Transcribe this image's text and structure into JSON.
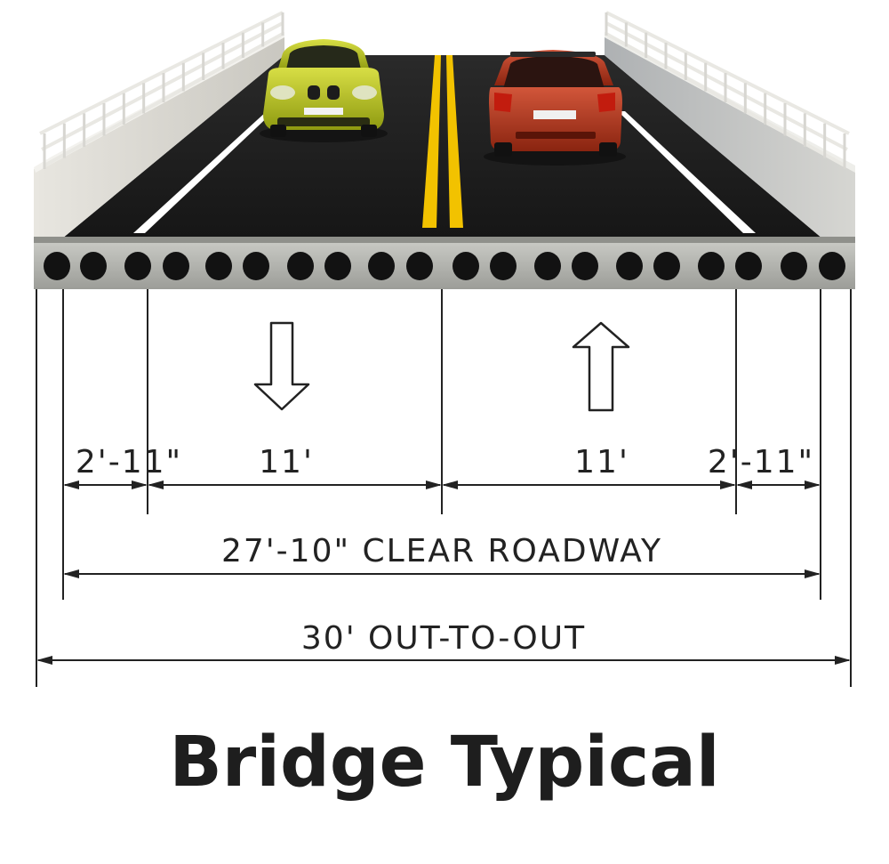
{
  "title": "Bridge Typical",
  "dimensions": {
    "left_shoulder": "2'-11\"",
    "left_lane": "11'",
    "right_lane": "11'",
    "right_shoulder": "2'-11\"",
    "clear_roadway": "27'-10\" CLEAR ROADWAY",
    "out_to_out": "30' OUT-TO-OUT"
  },
  "colors": {
    "asphalt": "#1d1d1d",
    "center_line": "#f2c200",
    "edge_line": "#ffffff",
    "barrier": "#d9d9d4",
    "deck_concrete": "#b3b4af",
    "void": "#121212",
    "left_car": "#b8c21c",
    "right_car": "#b23a1f",
    "line": "#222222"
  },
  "icons": {
    "left_arrow": "arrow-down-icon",
    "right_arrow": "arrow-up-icon"
  }
}
